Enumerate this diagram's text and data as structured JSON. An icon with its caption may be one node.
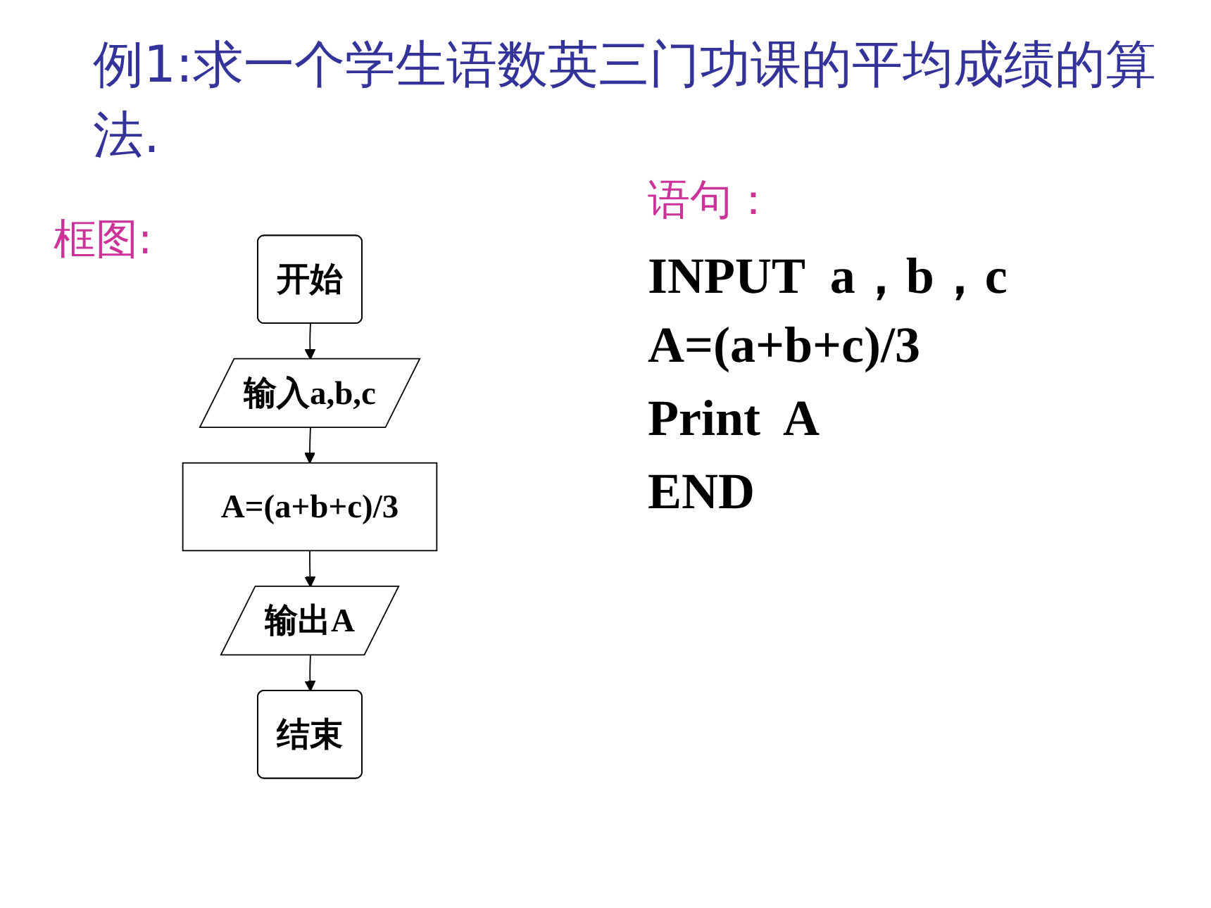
{
  "diagram": {
    "title": "例1:求一个学生语数英三门功课的平均成绩的算法.",
    "nodes": [
      {
        "text": [
          "开始"
        ]
      },
      {
        "text": [
          "输入a,b,c"
        ]
      },
      {
        "text": [
          "A=(a+b+c)/3"
        ]
      },
      {
        "text": [
          "输出A"
        ]
      },
      {
        "text": [
          "结束"
        ]
      }
    ],
    "edges": [
      {
        "from": 0,
        "to": 1,
        "arrow": "to"
      },
      {
        "from": 1,
        "to": 2,
        "arrow": "to"
      },
      {
        "from": 2,
        "to": 3,
        "arrow": "to"
      },
      {
        "from": 3,
        "to": 4,
        "arrow": "to"
      }
    ],
    "labels": [
      "框图:",
      "语句：",
      "INPUT  a，b，c",
      "A=(a+b+c)/3",
      "Print  A",
      "END"
    ]
  }
}
